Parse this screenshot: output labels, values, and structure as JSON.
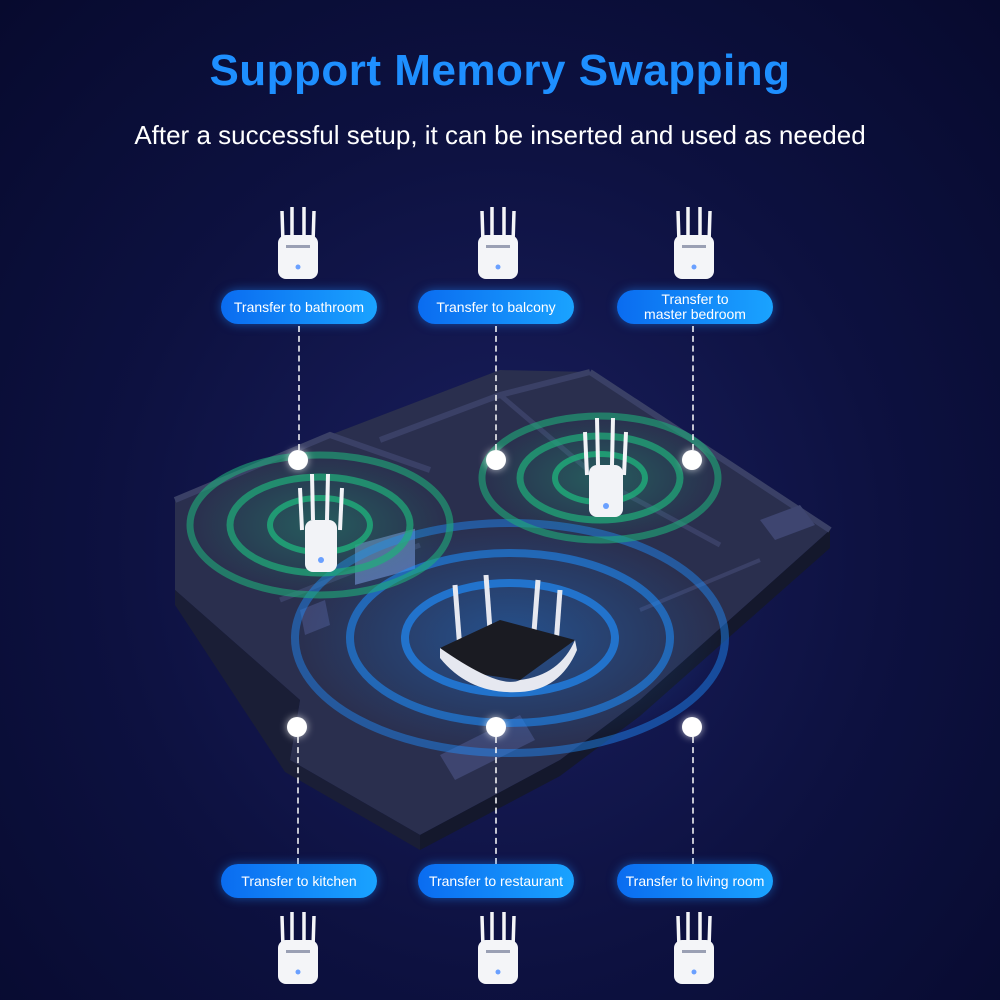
{
  "header": {
    "title": "Support Memory Swapping",
    "subtitle": "After a successful setup, it can be inserted and used as needed"
  },
  "locations_top": [
    {
      "label": "Transfer to bathroom"
    },
    {
      "label": "Transfer to balcony"
    },
    {
      "label": "Transfer to\nmaster bedroom"
    }
  ],
  "locations_bottom": [
    {
      "label": "Transfer to kitchen"
    },
    {
      "label": "Transfer to restaurant"
    },
    {
      "label": "Transfer to living room"
    }
  ],
  "colors": {
    "title": "#1e8fff",
    "pill": "#1a8cff",
    "background": "#0d1140",
    "signal_green": "#1fae7a",
    "signal_blue": "#1e8fff"
  },
  "icons": {
    "extender": "wifi-extender-icon",
    "router": "wifi-router-icon"
  }
}
